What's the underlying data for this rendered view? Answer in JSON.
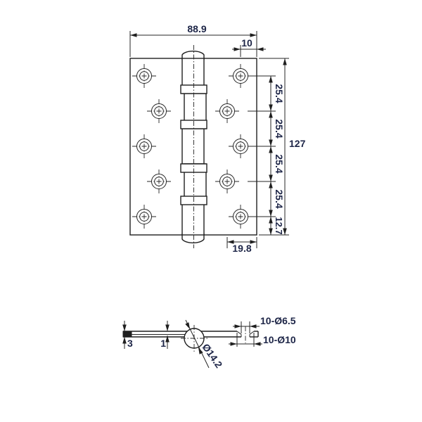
{
  "drawing": {
    "top_view": {
      "dim_width": "88.9",
      "dim_edge_hole_offset": "10",
      "dim_height": "127",
      "dim_row_spacings": [
        "25.4",
        "25.4",
        "25.4",
        "25.4"
      ],
      "dim_bottom_row_offset": "12.7",
      "dim_inner_hole_offset": "19.8"
    },
    "section_view": {
      "dim_leaf_thickness": "3",
      "dim_step_thickness": "1",
      "dim_barrel_diameter": "Ø14.2",
      "dim_screw_holes": "10-Ø6.5",
      "dim_countersinks": "10-Ø10"
    }
  }
}
